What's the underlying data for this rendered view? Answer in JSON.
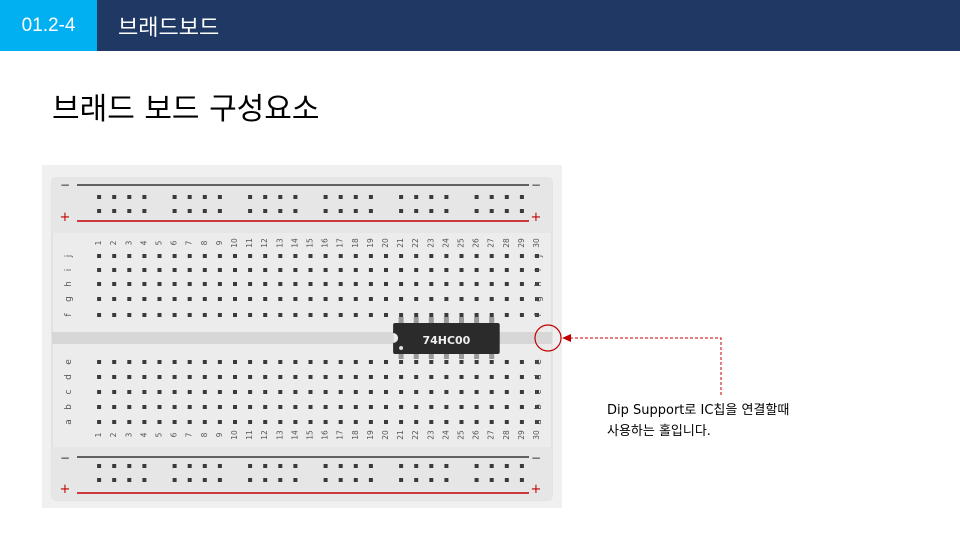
{
  "header": {
    "section": "01.2-4",
    "title": "브래드보드"
  },
  "page_title": "브래드 보드 구성요소",
  "breadboard": {
    "columns": 30,
    "top_row_letters": [
      "j",
      "i",
      "h",
      "g",
      "f"
    ],
    "bottom_row_letters": [
      "e",
      "d",
      "c",
      "b",
      "a"
    ],
    "rail_minus": "−",
    "rail_plus": "+",
    "chip_label": "74HC00",
    "chip_start_column": 21,
    "chip_end_column": 27
  },
  "annotation": {
    "line1": "Dip Support로  IC칩을  연결할때",
    "line2": "사용하는 홀입니다."
  },
  "colors": {
    "header_bg": "#1f3864",
    "badge_bg": "#00b0f0",
    "rail_red": "#c00000",
    "annotation_red": "#c00000",
    "chip": "#2b2b2b"
  }
}
